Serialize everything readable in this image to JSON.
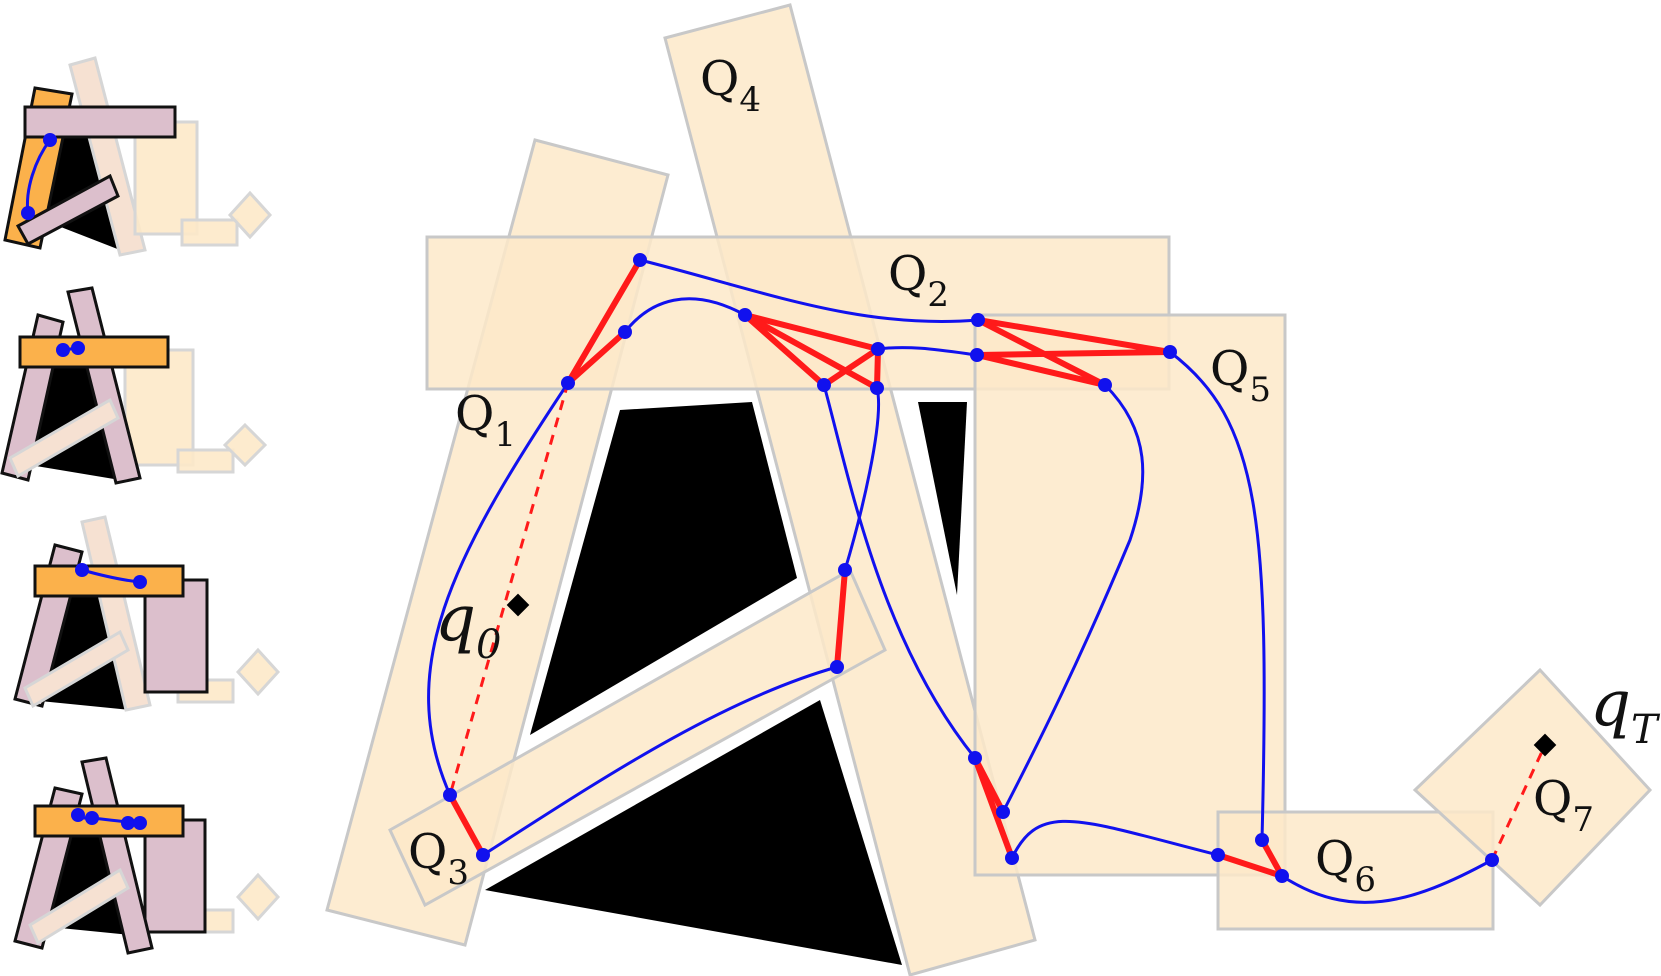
{
  "regions": [
    {
      "id": "q1",
      "base": "Q",
      "sub": "1"
    },
    {
      "id": "q2",
      "base": "Q",
      "sub": "2"
    },
    {
      "id": "q3",
      "base": "Q",
      "sub": "3"
    },
    {
      "id": "q4",
      "base": "Q",
      "sub": "4"
    },
    {
      "id": "q5",
      "base": "Q",
      "sub": "5"
    },
    {
      "id": "q6",
      "base": "Q",
      "sub": "6"
    },
    {
      "id": "q7",
      "base": "Q",
      "sub": "7"
    }
  ],
  "start": {
    "base": "q",
    "sub": "0"
  },
  "goal": {
    "base": "q",
    "sub": "T"
  },
  "colors": {
    "region_fill": "#fde9c9",
    "region_stroke": "#c8c8c8",
    "obstacle": "#000000",
    "trajectory": "#1111ee",
    "edge": "#ff1a1a",
    "robot_link": "#dcbfcc",
    "active_link": "#fbb14b"
  },
  "thumbnails_count": 4
}
